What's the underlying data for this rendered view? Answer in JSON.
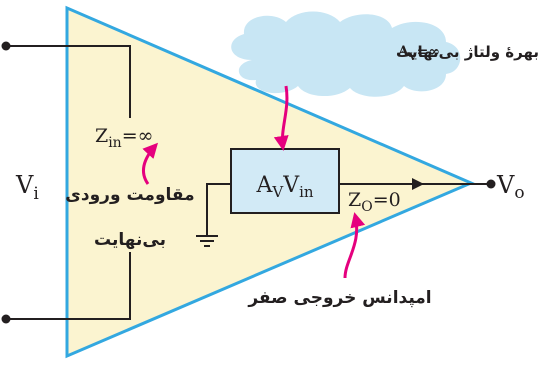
{
  "labels": {
    "vi": "V",
    "vi_sub": "i",
    "vo": "V",
    "vo_sub": "o",
    "zin": "Z",
    "zin_sub": "in",
    "zin_rest": "=∞",
    "zo": "Z",
    "zo_sub": "O",
    "zo_rest": "=0",
    "gain_a": "A",
    "gain_sub1": "V",
    "gain_v": "V",
    "gain_sub2": "in",
    "cloud_av": "A",
    "cloud_av_sub": "V",
    "cloud_av_rest": "=∞",
    "cloud_text": "بهرهٔ ولتاژ بی‌نهایت",
    "input_res_line1": "مقاومت ورودی",
    "input_res_line2": "بی‌نهایت",
    "output_imp": "امپدانس خروجی صفر"
  },
  "colors": {
    "triangle_fill": "#fbf4d0",
    "triangle_stroke": "#33a8e0",
    "cloud_fill": "#c8e6f4",
    "gain_box_fill": "#d2eaf6",
    "arrow": "#e5007e",
    "wire": "#231f20"
  }
}
